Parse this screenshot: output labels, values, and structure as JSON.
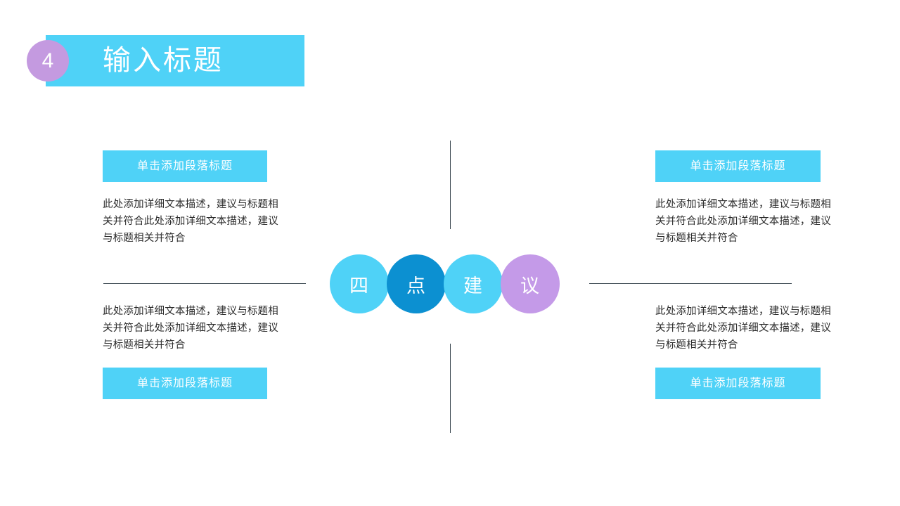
{
  "slide": {
    "header": {
      "number": "4",
      "title": "输入标题"
    },
    "center_cluster": {
      "circles": [
        {
          "label": "四",
          "color": "#4fd2f7"
        },
        {
          "label": "点",
          "color": "#0c90d1"
        },
        {
          "label": "建",
          "color": "#4fd2f7"
        },
        {
          "label": "议",
          "color": "#c49ae8"
        }
      ]
    },
    "blocks": {
      "top_left": {
        "tag": "单击添加段落标题",
        "text": "此处添加详细文本描述，建议与标题相关并符合此处添加详细文本描述，建议与标题相关并符合"
      },
      "bottom_left": {
        "tag": "单击添加段落标题",
        "text": "此处添加详细文本描述，建议与标题相关并符合此处添加详细文本描述，建议与标题相关并符合"
      },
      "top_right": {
        "tag": "单击添加段落标题",
        "text": "此处添加详细文本描述，建议与标题相关并符合此处添加详细文本描述，建议与标题相关并符合"
      },
      "bottom_right": {
        "tag": "单击添加段落标题",
        "text": "此处添加详细文本描述，建议与标题相关并符合此处添加详细文本描述，建议与标题相关并符合"
      }
    },
    "colors": {
      "accent_cyan": "#4fd2f7",
      "accent_blue": "#0c90d1",
      "accent_purple": "#c49ae0",
      "line": "#3a4750",
      "body_text": "#2b2b2b",
      "background": "#ffffff"
    }
  }
}
